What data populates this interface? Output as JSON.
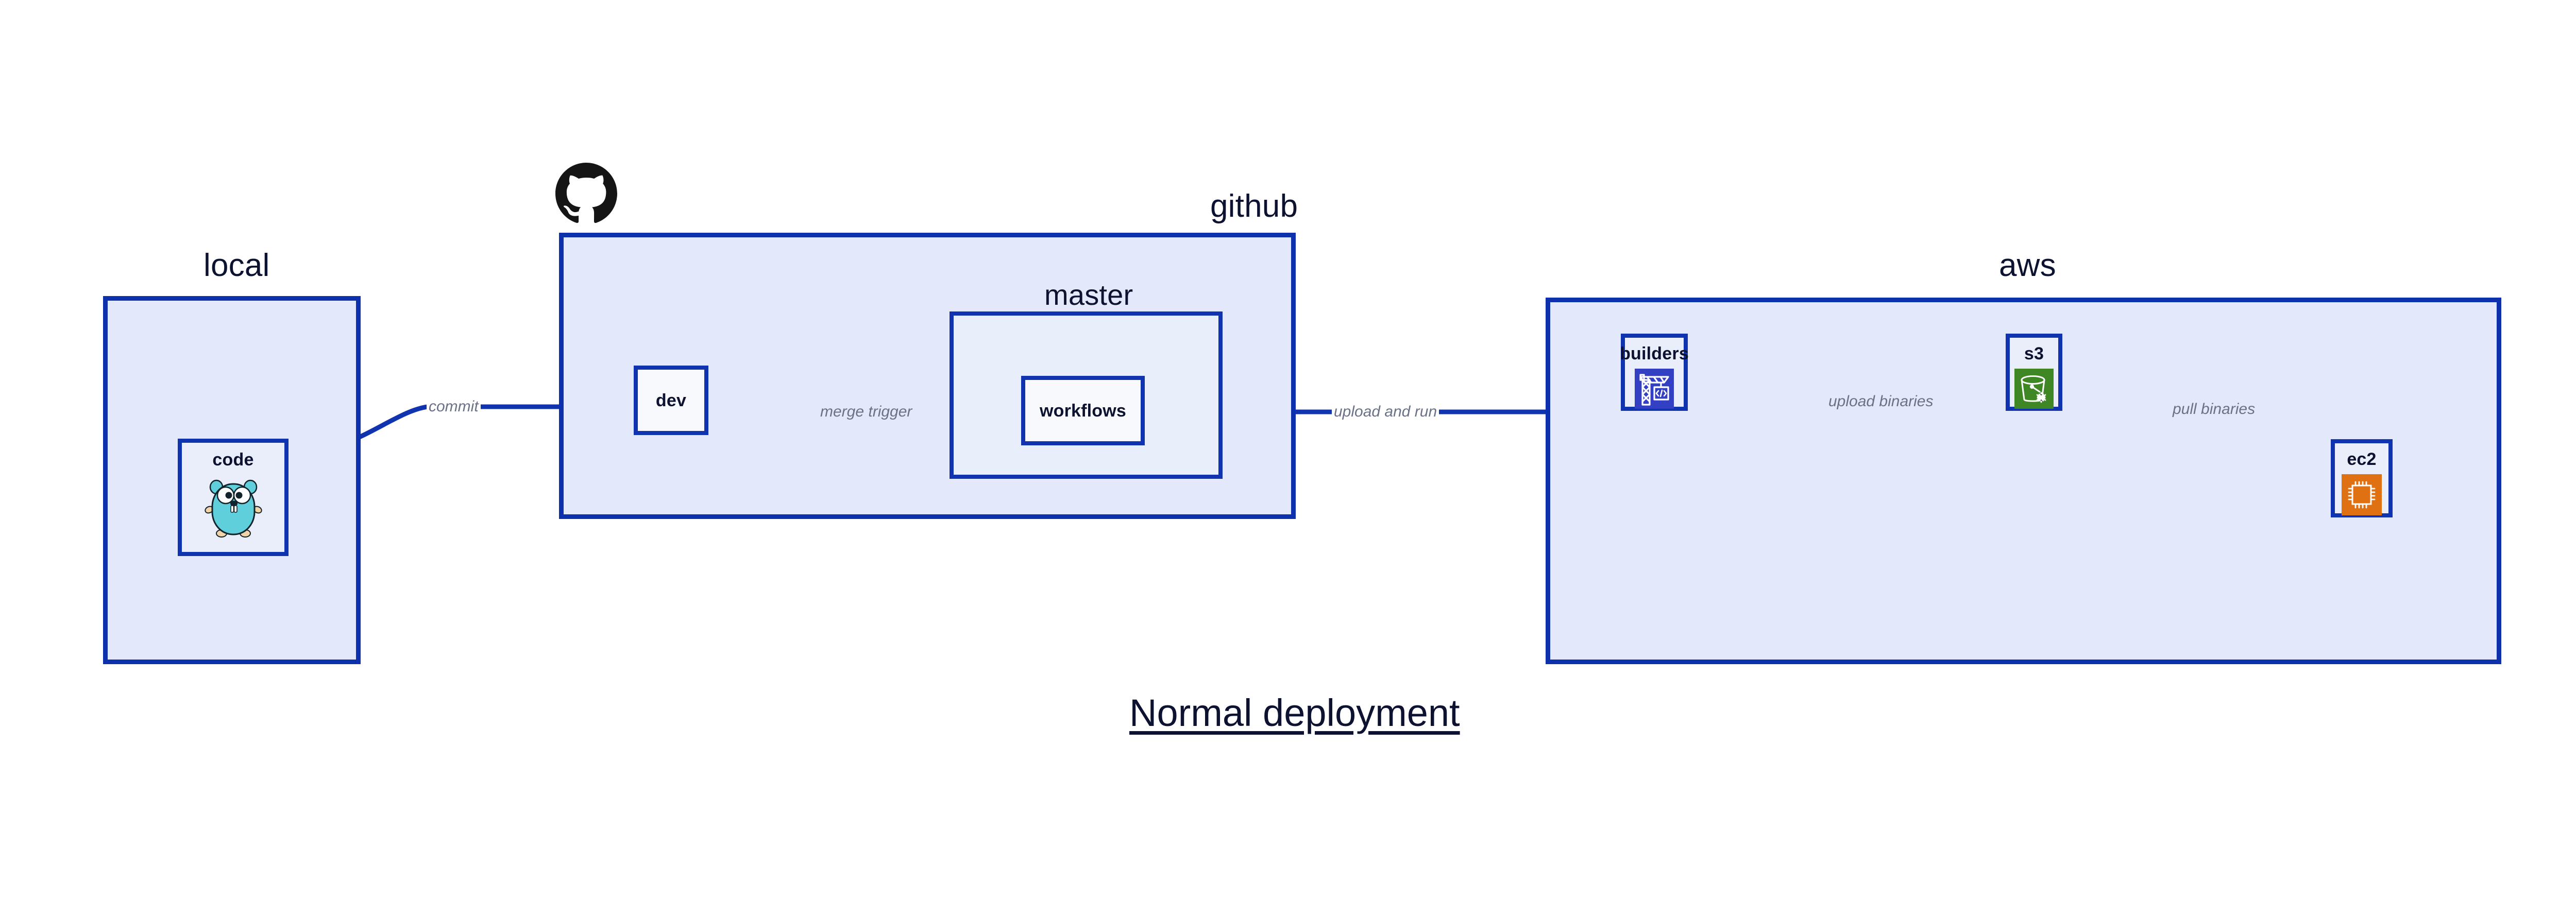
{
  "diagram": {
    "caption": "Normal deployment",
    "accent_border": "#1033b0",
    "group_fill": "#e3e8fa",
    "node_fill": "#eaeefb",
    "edge_label_color": "#6b7186",
    "text_color": "#0d1230"
  },
  "groups": [
    {
      "id": "local",
      "label": "local"
    },
    {
      "id": "github",
      "label": "github"
    },
    {
      "id": "master",
      "label": "master"
    },
    {
      "id": "aws",
      "label": "aws"
    }
  ],
  "nodes": [
    {
      "id": "code",
      "label": "code",
      "icon": "go-gopher-icon",
      "group": "local"
    },
    {
      "id": "dev",
      "label": "dev",
      "icon": null,
      "group": "github"
    },
    {
      "id": "workflows",
      "label": "workflows",
      "icon": null,
      "group": "master"
    },
    {
      "id": "builders",
      "label": "builders",
      "icon": "crane-code-icon",
      "icon_color": "#3440c4",
      "group": "aws"
    },
    {
      "id": "s3",
      "label": "s3",
      "icon": "s3-glacier-bucket-icon",
      "icon_color": "#3f8624",
      "group": "aws"
    },
    {
      "id": "ec2",
      "label": "ec2",
      "icon": "ec2-chip-icon",
      "icon_color": "#e07112",
      "group": "aws"
    }
  ],
  "edges": [
    {
      "id": "commit",
      "label": "commit",
      "from": "code",
      "to": "dev"
    },
    {
      "id": "merge-trigger",
      "label": "merge trigger",
      "from": "dev",
      "to": "workflows"
    },
    {
      "id": "upload-and-run",
      "label": "upload and run",
      "from": "workflows",
      "to": "builders"
    },
    {
      "id": "upload-binaries",
      "label": "upload binaries",
      "from": "builders",
      "to": "s3"
    },
    {
      "id": "pull-binaries",
      "label": "pull binaries",
      "from": "s3",
      "to": "ec2"
    }
  ],
  "logos": [
    {
      "id": "github-logo",
      "name": "github-octocat-icon",
      "color": "#151515"
    }
  ]
}
